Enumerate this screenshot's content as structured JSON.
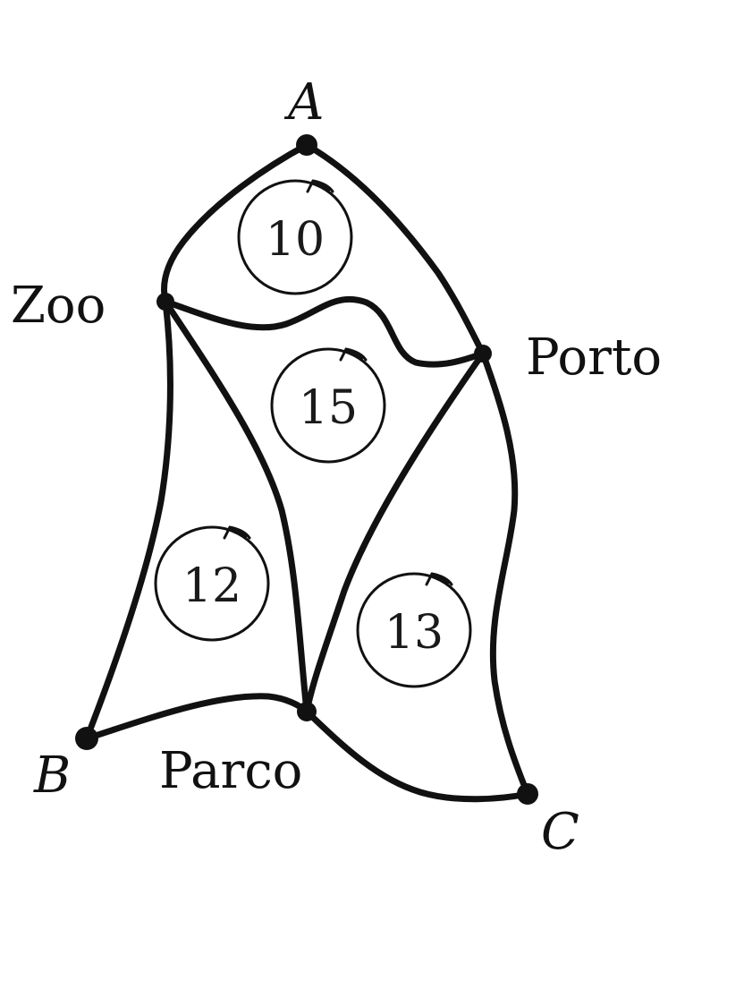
{
  "nodes": {
    "A": "A",
    "zoo": "Zoo",
    "porto": "Porto",
    "B": "B",
    "parco": "Parco",
    "C": "C"
  },
  "cycles": [
    {
      "id": "cycle-10",
      "value": "10"
    },
    {
      "id": "cycle-15",
      "value": "15"
    },
    {
      "id": "cycle-12",
      "value": "12"
    },
    {
      "id": "cycle-13",
      "value": "13"
    }
  ]
}
